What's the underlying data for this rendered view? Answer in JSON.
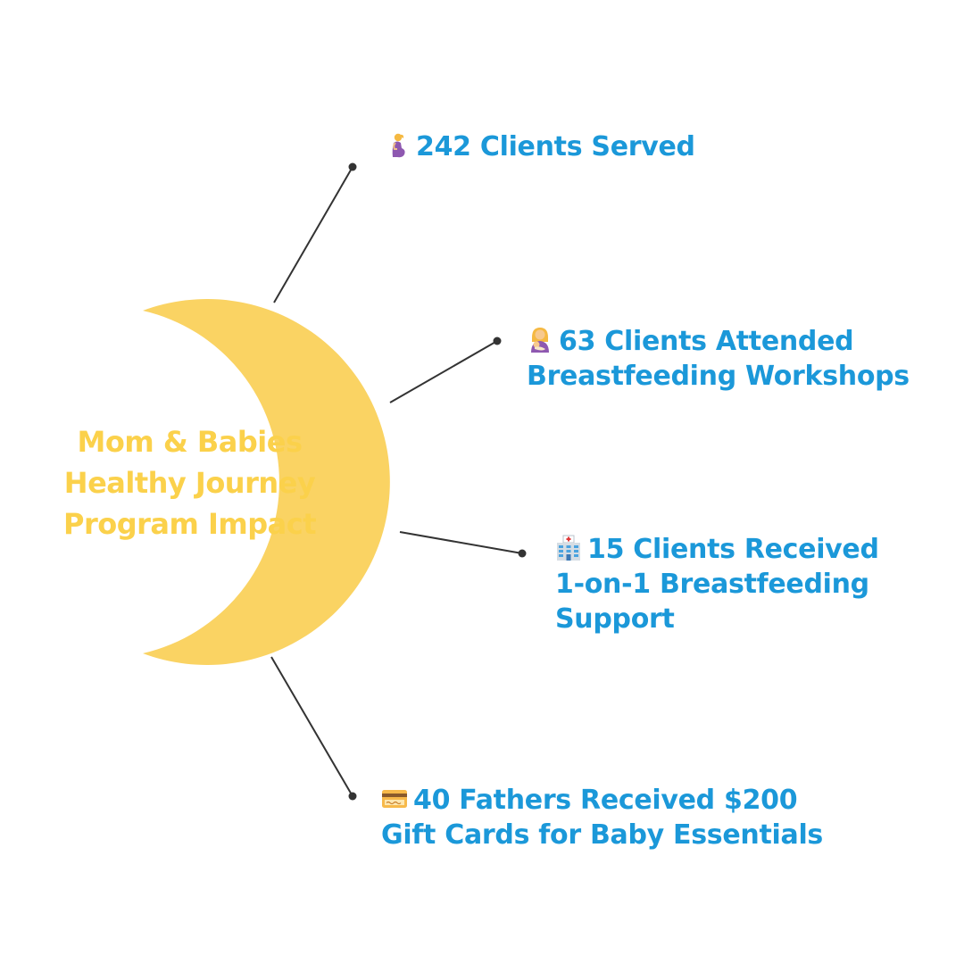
{
  "title": {
    "lines": [
      "Mom & Babies",
      "Healthy Journey",
      "Program Impact"
    ]
  },
  "stats": [
    {
      "icon": "pregnant-woman-icon",
      "lines": [
        "242 Clients Served"
      ]
    },
    {
      "icon": "breastfeeding-icon",
      "lines": [
        "63 Clients Attended",
        "Breastfeeding Workshops"
      ]
    },
    {
      "icon": "hospital-icon",
      "lines": [
        "15 Clients Received",
        "1-on-1 Breastfeeding",
        "Support"
      ]
    },
    {
      "icon": "credit-card-icon",
      "lines": [
        "40 Fathers Received $200",
        "Gift Cards for Baby Essentials"
      ]
    }
  ],
  "colors": {
    "title": "#fbd14b",
    "crescent": "#fad363",
    "stat_text": "#1b98d9",
    "connector": "#333333"
  }
}
